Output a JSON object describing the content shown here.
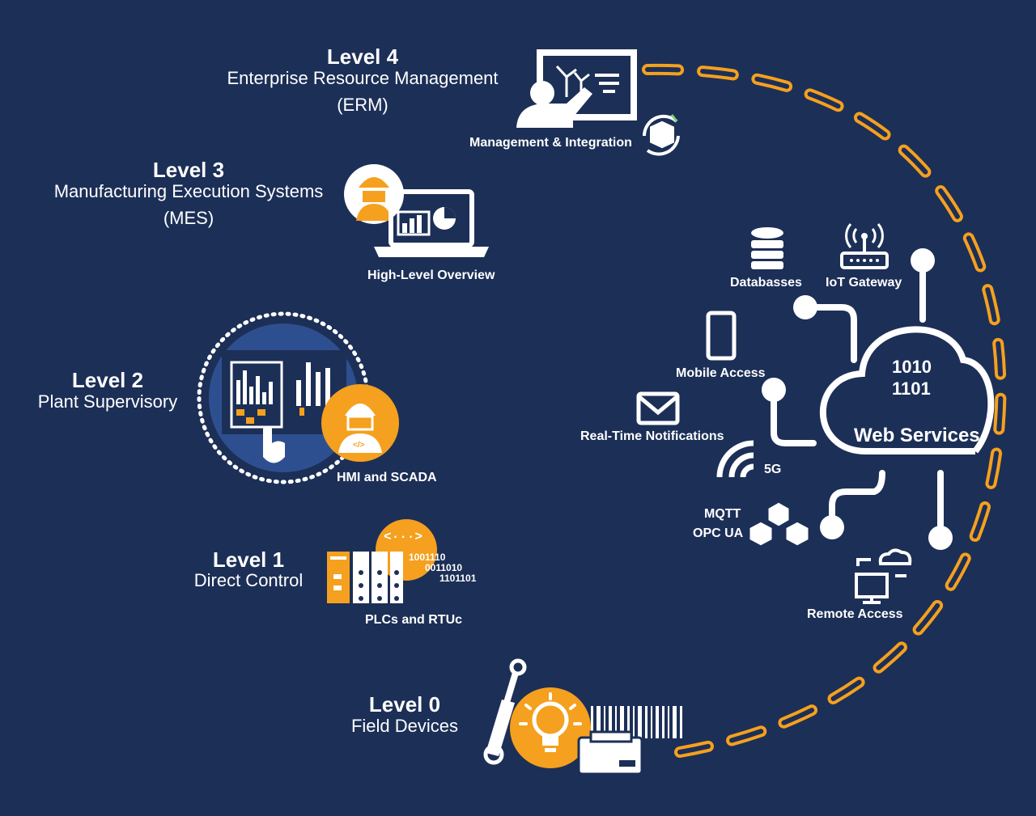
{
  "levels": [
    {
      "title": "Level 4",
      "subtitle": "Enterprise Resource Management",
      "abbr": "(ERM)",
      "caption": "Management & Integration"
    },
    {
      "title": "Level 3",
      "subtitle": "Manufacturing Execution Systems",
      "abbr": "(MES)",
      "caption": "High-Level Overview"
    },
    {
      "title": "Level 2",
      "subtitle": "Plant Supervisory",
      "caption": "HMI and SCADA"
    },
    {
      "title": "Level 1",
      "subtitle": "Direct Control",
      "caption": "PLCs and RTUc",
      "binary": [
        "1001110",
        "0011010",
        "1101101"
      ],
      "code_glyph": "<···>"
    },
    {
      "title": "Level 0",
      "subtitle": "Field Devices"
    }
  ],
  "web_services": {
    "label": "Web Services",
    "binary": [
      "1010",
      "1101"
    ],
    "nodes": [
      "Databasses",
      "IoT Gateway",
      "Mobile Access",
      "Real-Time Notifications",
      "5G",
      "MQTT",
      "OPC UA",
      "Remote Access"
    ]
  },
  "colors": {
    "background": "#1c2f57",
    "accent": "#f5a01e",
    "white": "#ffffff",
    "circle_blue": "#2e4f8f"
  },
  "icons": [
    "presentation-board-icon",
    "sync-box-icon",
    "engineer-avatar-icon",
    "laptop-chart-icon",
    "touchscreen-dashboard-icon",
    "plc-rack-icon",
    "code-bubble-icon",
    "lightbulb-icon",
    "hydraulic-cylinder-icon",
    "barcode-printer-icon",
    "database-icon",
    "router-icon",
    "smartphone-icon",
    "envelope-icon",
    "wifi-icon",
    "cubes-icon",
    "remote-desktop-icon",
    "cloud-icon"
  ]
}
